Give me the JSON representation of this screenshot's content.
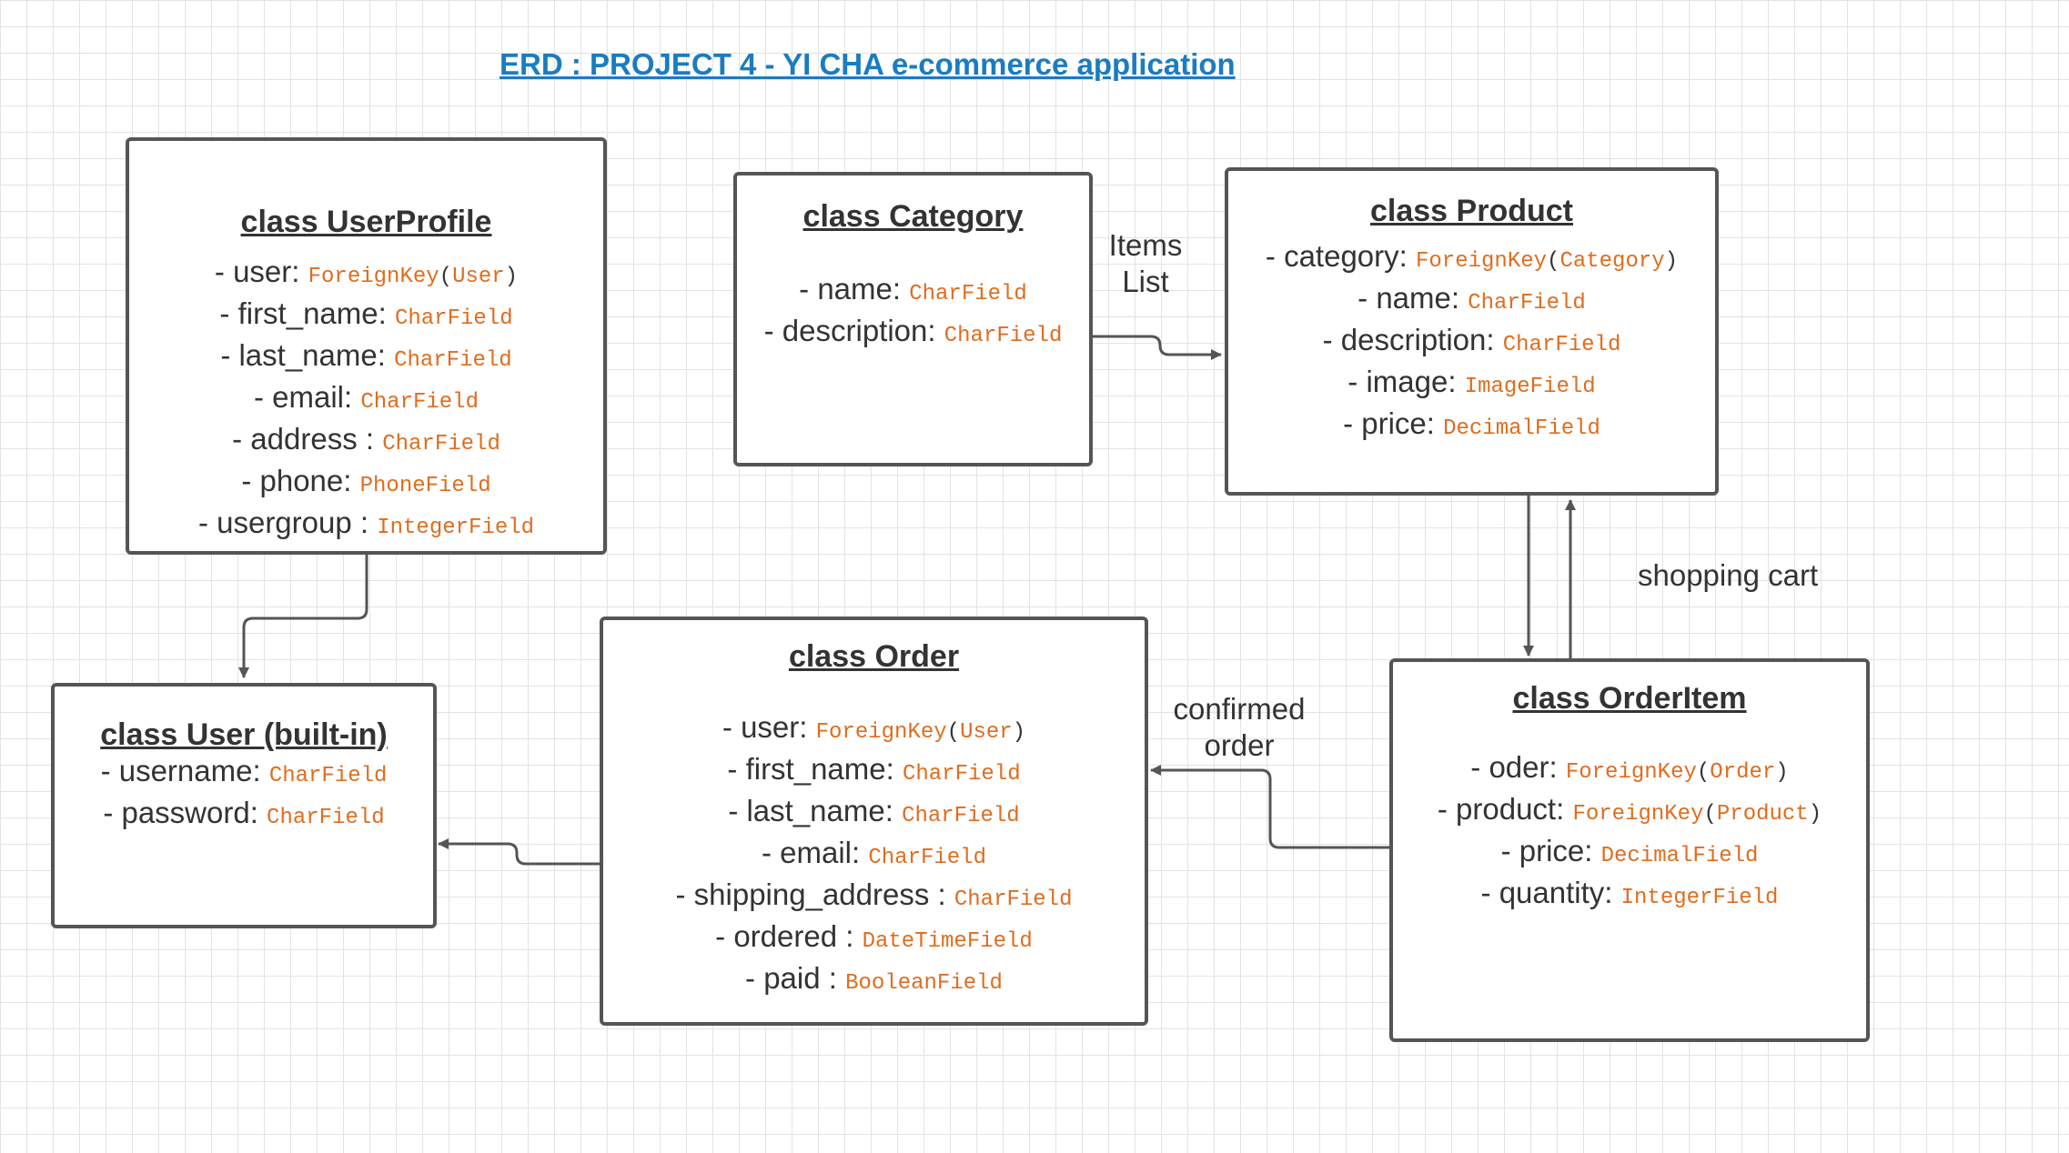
{
  "title": "ERD : PROJECT 4 - YI CHA e-commerce application",
  "colors": {
    "title": "#1a7cc1",
    "type": "#e06c1e",
    "border": "#555555",
    "text": "#333333"
  },
  "classes": {
    "userprofile": {
      "title": "class UserProfile",
      "fields": [
        {
          "label": "- user: ",
          "type": "ForeignKey",
          "param": "User"
        },
        {
          "label": "- first_name: ",
          "type": "CharField"
        },
        {
          "label": "- last_name: ",
          "type": "CharField"
        },
        {
          "label": "- email: ",
          "type": "CharField"
        },
        {
          "label": "- address : ",
          "type": "CharField"
        },
        {
          "label": "- phone: ",
          "type": "PhoneField"
        },
        {
          "label": "- usergroup : ",
          "type": "IntegerField"
        }
      ]
    },
    "category": {
      "title": "class Category",
      "fields": [
        {
          "label": "- name: ",
          "type": "CharField"
        },
        {
          "label": "- description: ",
          "type": "CharField"
        }
      ]
    },
    "product": {
      "title": "class Product",
      "fields": [
        {
          "label": "- category: ",
          "type": "ForeignKey",
          "param": "Category"
        },
        {
          "label": "- name: ",
          "type": "CharField"
        },
        {
          "label": "- description: ",
          "type": "CharField"
        },
        {
          "label": "- image: ",
          "type": "ImageField"
        },
        {
          "label": "- price: ",
          "type": "DecimalField"
        }
      ]
    },
    "user": {
      "title": "class User (built-in)",
      "fields": [
        {
          "label": "- username: ",
          "type": "CharField"
        },
        {
          "label": "- password: ",
          "type": "CharField"
        }
      ]
    },
    "order": {
      "title": "class Order",
      "fields": [
        {
          "label": "- user: ",
          "type": "ForeignKey",
          "param": "User"
        },
        {
          "label": "- first_name: ",
          "type": "CharField"
        },
        {
          "label": "- last_name: ",
          "type": "CharField"
        },
        {
          "label": "- email: ",
          "type": "CharField"
        },
        {
          "label": "- shipping_address : ",
          "type": "CharField"
        },
        {
          "label": "- ordered : ",
          "type": "DateTimeField"
        },
        {
          "label": "- paid : ",
          "type": "BooleanField"
        }
      ]
    },
    "orderitem": {
      "title": "class OrderItem",
      "fields": [
        {
          "label": "- oder: ",
          "type": "ForeignKey",
          "param": "Order"
        },
        {
          "label": "- product: ",
          "type": "ForeignKey",
          "param": "Product"
        },
        {
          "label": "- price: ",
          "type": "DecimalField"
        },
        {
          "label": "- quantity: ",
          "type": "IntegerField"
        }
      ]
    }
  },
  "labels": {
    "items_list": [
      "Items",
      "List"
    ],
    "shopping_cart": "shopping cart",
    "confirmed_order": [
      "confirmed",
      "order"
    ]
  }
}
